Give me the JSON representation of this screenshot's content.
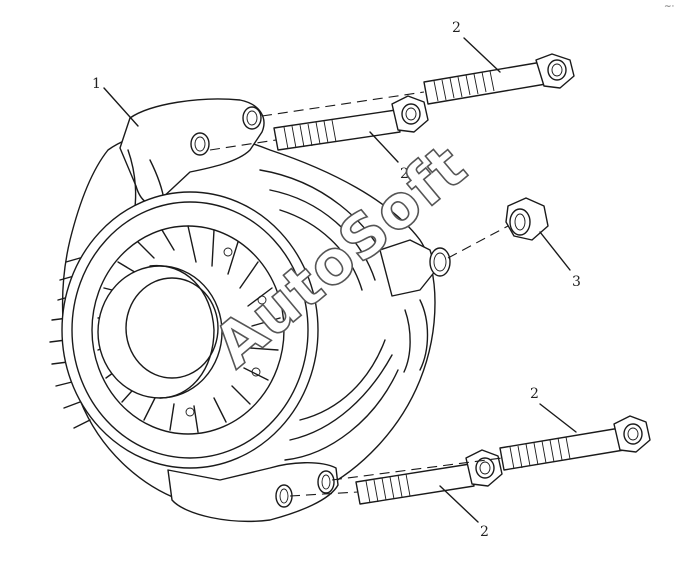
{
  "callouts": [
    {
      "id": "alternator",
      "label": "1"
    },
    {
      "id": "bolt-upper-rear",
      "label": "2"
    },
    {
      "id": "bolt-upper-front",
      "label": "2"
    },
    {
      "id": "nut",
      "label": "3"
    },
    {
      "id": "bolt-lower-rear",
      "label": "2"
    },
    {
      "id": "bolt-lower-front",
      "label": "2"
    }
  ],
  "watermark": "AutoSoft",
  "corner_mark": "~·"
}
